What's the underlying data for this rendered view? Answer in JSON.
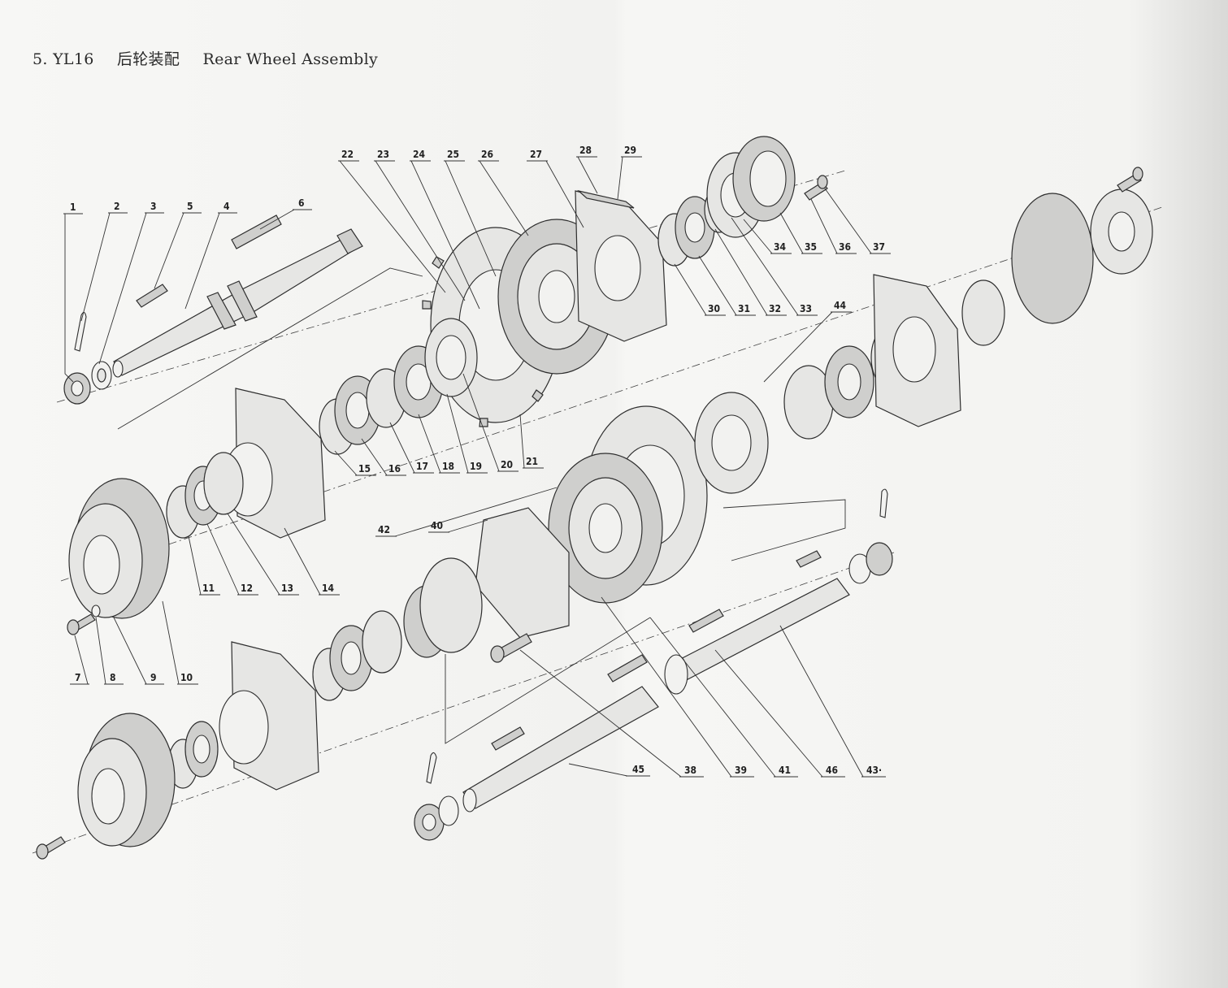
{
  "title": {
    "number": "5. YL16",
    "chinese": "后轮装配",
    "english": "Rear Wheel Assembly"
  },
  "callouts": [
    {
      "id": "1",
      "label": "1"
    },
    {
      "id": "2",
      "label": "2"
    },
    {
      "id": "3",
      "label": "3"
    },
    {
      "id": "4",
      "label": "4"
    },
    {
      "id": "5",
      "label": "5"
    },
    {
      "id": "6",
      "label": "6"
    },
    {
      "id": "7",
      "label": "7"
    },
    {
      "id": "8",
      "label": "8"
    },
    {
      "id": "9",
      "label": "9"
    },
    {
      "id": "10",
      "label": "10"
    },
    {
      "id": "11",
      "label": "11"
    },
    {
      "id": "12",
      "label": "12"
    },
    {
      "id": "13",
      "label": "13"
    },
    {
      "id": "14",
      "label": "14"
    },
    {
      "id": "15",
      "label": "15"
    },
    {
      "id": "16",
      "label": "16"
    },
    {
      "id": "17",
      "label": "17"
    },
    {
      "id": "18",
      "label": "18"
    },
    {
      "id": "19",
      "label": "19"
    },
    {
      "id": "20",
      "label": "20"
    },
    {
      "id": "21",
      "label": "21"
    },
    {
      "id": "22",
      "label": "22"
    },
    {
      "id": "23",
      "label": "23"
    },
    {
      "id": "24",
      "label": "24"
    },
    {
      "id": "25",
      "label": "25"
    },
    {
      "id": "26",
      "label": "26"
    },
    {
      "id": "27",
      "label": "27"
    },
    {
      "id": "28",
      "label": "28"
    },
    {
      "id": "29",
      "label": "29"
    },
    {
      "id": "30",
      "label": "30"
    },
    {
      "id": "31",
      "label": "31"
    },
    {
      "id": "32",
      "label": "32"
    },
    {
      "id": "33",
      "label": "33"
    },
    {
      "id": "34",
      "label": "34"
    },
    {
      "id": "35",
      "label": "35"
    },
    {
      "id": "36",
      "label": "36"
    },
    {
      "id": "37",
      "label": "37"
    },
    {
      "id": "38",
      "label": "38"
    },
    {
      "id": "39",
      "label": "39"
    },
    {
      "id": "40",
      "label": "40"
    },
    {
      "id": "41",
      "label": "41"
    },
    {
      "id": "42",
      "label": "42"
    },
    {
      "id": "43",
      "label": "43·"
    },
    {
      "id": "44",
      "label": "44"
    },
    {
      "id": "45",
      "label": "45"
    },
    {
      "id": "46",
      "label": "46"
    }
  ]
}
